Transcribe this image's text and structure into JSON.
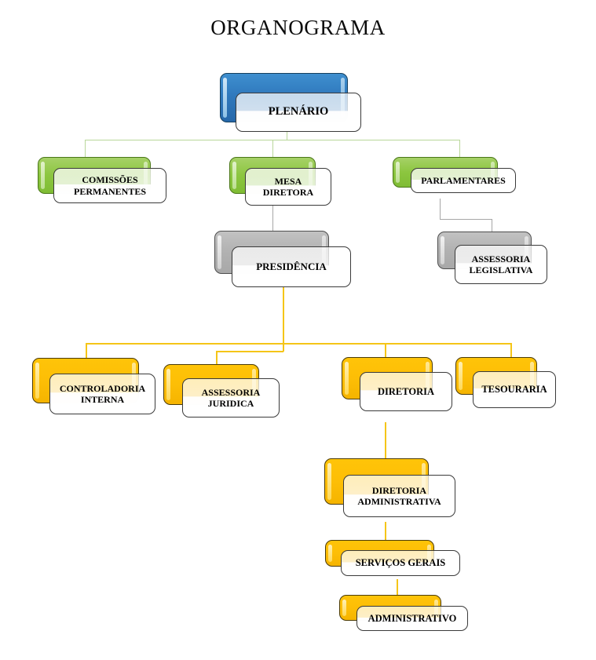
{
  "title": "ORGANOGRAMA",
  "theme": {
    "background": "#ffffff",
    "title_color": "#0a0a0a",
    "plate_blue": "#2f79bd",
    "plate_green": "#8cc63f",
    "plate_gray": "#b1b1b1",
    "plate_yellow": "#fdbe06",
    "card_fill": "#ffffff",
    "card_border": "#3a3a3a",
    "connector_green": "#b9d79a",
    "connector_gray": "#a6a6a6",
    "connector_yellow": "#f5c518"
  },
  "chart_data": {
    "type": "diagram",
    "title": "ORGANOGRAMA",
    "nodes": [
      {
        "id": "plenario",
        "label": "PLENÁRIO",
        "level": 0,
        "color": "blue"
      },
      {
        "id": "comissoes",
        "label": "COMISSÕES\nPERMANENTES",
        "level": 1,
        "color": "green"
      },
      {
        "id": "mesa",
        "label": "MESA\nDIRETORA",
        "level": 1,
        "color": "green"
      },
      {
        "id": "parlamentares",
        "label": "PARLAMENTARES",
        "level": 1,
        "color": "green"
      },
      {
        "id": "presidencia",
        "label": "PRESIDÊNCIA",
        "level": 2,
        "color": "gray"
      },
      {
        "id": "assessoria_leg",
        "label": "ASSESSORIA\nLEGISLATIVA",
        "level": 2,
        "color": "gray"
      },
      {
        "id": "controladoria",
        "label": "CONTROLADORIA\nINTERNA",
        "level": 3,
        "color": "yellow"
      },
      {
        "id": "assessoria_jur",
        "label": "ASSESSORIA\nJURIDICA",
        "level": 3,
        "color": "yellow"
      },
      {
        "id": "diretoria",
        "label": "DIRETORIA",
        "level": 3,
        "color": "yellow"
      },
      {
        "id": "tesouraria",
        "label": "TESOURARIA",
        "level": 3,
        "color": "yellow"
      },
      {
        "id": "diretoria_adm",
        "label": "DIRETORIA\nADMINISTRATIVA",
        "level": 4,
        "color": "yellow"
      },
      {
        "id": "servicos",
        "label": "SERVIÇOS GERAIS",
        "level": 5,
        "color": "yellow"
      },
      {
        "id": "administrativo",
        "label": "ADMINISTRATIVO",
        "level": 6,
        "color": "yellow"
      }
    ],
    "edges": [
      {
        "from": "plenario",
        "to": "comissoes",
        "color": "green"
      },
      {
        "from": "plenario",
        "to": "mesa",
        "color": "green"
      },
      {
        "from": "plenario",
        "to": "parlamentares",
        "color": "green"
      },
      {
        "from": "mesa",
        "to": "presidencia",
        "color": "gray"
      },
      {
        "from": "parlamentares",
        "to": "assessoria_leg",
        "color": "gray"
      },
      {
        "from": "presidencia",
        "to": "controladoria",
        "color": "yellow"
      },
      {
        "from": "presidencia",
        "to": "assessoria_jur",
        "color": "yellow"
      },
      {
        "from": "presidencia",
        "to": "diretoria",
        "color": "yellow"
      },
      {
        "from": "presidencia",
        "to": "tesouraria",
        "color": "yellow"
      },
      {
        "from": "diretoria",
        "to": "diretoria_adm",
        "color": "yellow"
      },
      {
        "from": "diretoria_adm",
        "to": "servicos",
        "color": "yellow"
      },
      {
        "from": "servicos",
        "to": "administrativo",
        "color": "yellow"
      }
    ]
  }
}
